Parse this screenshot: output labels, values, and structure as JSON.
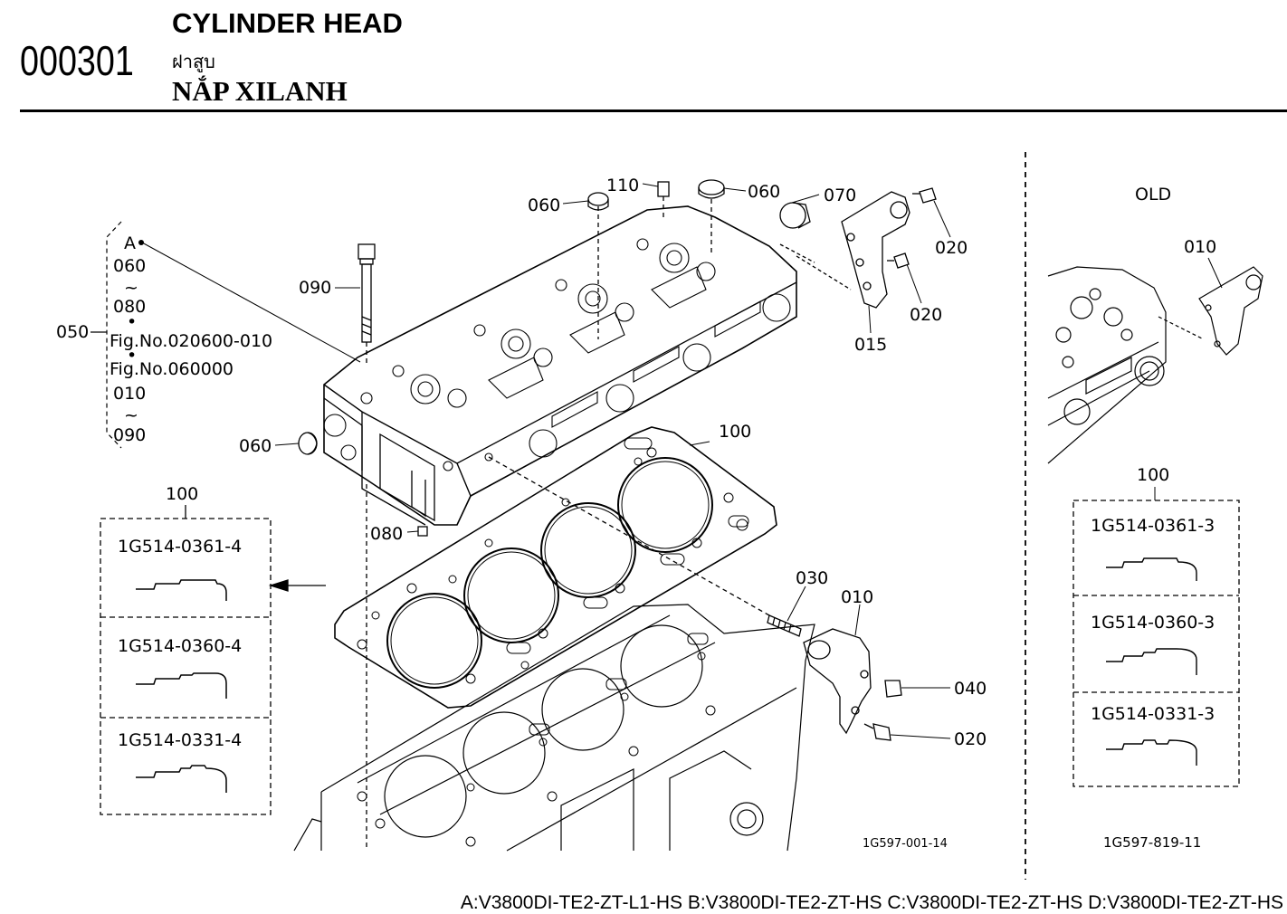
{
  "header": {
    "page_code": "000301",
    "title_en": "CYLINDER HEAD",
    "title_th": "ฝาสูบ",
    "title_vi": "NẮP XILANH"
  },
  "main_diagram": {
    "callouts": {
      "c110": "110",
      "c060_top_left": "060",
      "c060_top_right": "060",
      "c070": "070",
      "c020_a": "020",
      "c020_b": "020",
      "c015": "015",
      "c090": "090",
      "c060_side": "060",
      "c080": "080",
      "c100": "100",
      "c030": "030",
      "c010": "010",
      "c040": "040",
      "c020_c": "020"
    },
    "assembly": {
      "ref": "050",
      "lines": [
        "A",
        "060",
        "~",
        "080",
        "•",
        "Fig.No.020600-010",
        "•",
        "Fig.No.060000",
        "010",
        "~",
        "090"
      ]
    },
    "gasket_box": {
      "label": "100",
      "variants": [
        "1G514-0361-4",
        "1G514-0360-4",
        "1G514-0331-4"
      ]
    },
    "figure_id": "1G597-001-14"
  },
  "old_panel": {
    "title": "OLD",
    "callout_010": "010",
    "gasket_box": {
      "label": "100",
      "variants": [
        "1G514-0361-3",
        "1G514-0360-3",
        "1G514-0331-3"
      ]
    },
    "figure_id": "1G597-819-11"
  },
  "footer": {
    "models": "A:V3800DI-TE2-ZT-L1-HS B:V3800DI-TE2-ZT-HS C:V3800DI-TE2-ZT-HS D:V3800DI-TE2-ZT-HS"
  }
}
